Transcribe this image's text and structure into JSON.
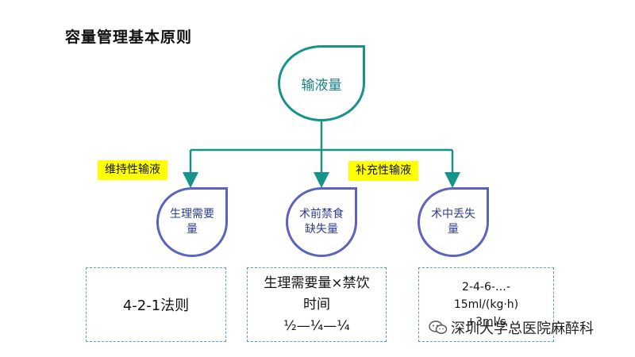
{
  "title": "容量管理基本原则",
  "root": {
    "label": "输液量"
  },
  "tags": {
    "maintenance": "维持性输液",
    "supplement": "补充性输液"
  },
  "children": [
    {
      "label": "生理需要量",
      "rule": "4-2-1法则"
    },
    {
      "label": "术前禁食缺失量",
      "rule_line1": "生理需要量×禁饮",
      "rule_line2": "时间",
      "rule_line3": "½—¼—¼"
    },
    {
      "label": "术中丢失量",
      "rule_line1": "2-4-6-…-",
      "rule_line2": "15ml/(kg·h)",
      "rule_line3": "+3ml/s"
    }
  ],
  "watermark": {
    "text": "深圳大学总医院麻醉科",
    "icon": "wechat-icon"
  },
  "colors": {
    "teal": "#16938a",
    "indigo": "#5b63be",
    "highlight": "#ffff00",
    "dashed": "#5a9ec8"
  }
}
